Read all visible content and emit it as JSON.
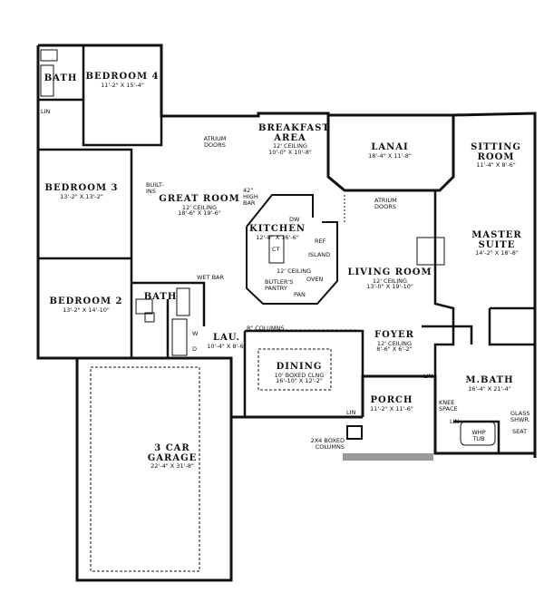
{
  "rooms": {
    "bath_1": {
      "name": "BATH"
    },
    "bedroom_4": {
      "name": "BEDROOM 4",
      "dims": "11'-2\" X 15'-4\""
    },
    "bedroom_3": {
      "name": "BEDROOM 3",
      "dims": "13'-2\" X 13'-2\""
    },
    "great_room": {
      "name": "GREAT ROOM",
      "ceiling": "12' CEILING",
      "dims": "18'-6\" X 19'-6\""
    },
    "breakfast": {
      "name": "BREAKFAST AREA",
      "ceiling": "12' CEILING",
      "dims": "10'-0\" X 10'-8\""
    },
    "lanai": {
      "name": "LANAI",
      "dims": "18'-4\" X 11'-8\""
    },
    "sitting_room": {
      "name": "SITTING ROOM",
      "dims": "11'-4\" X 8'-6\""
    },
    "kitchen": {
      "name": "KITCHEN",
      "dims": "12'-8\" X 16'-6\"",
      "ceiling": "12' CEILING"
    },
    "master_suite": {
      "name": "MASTER SUITE",
      "dims": "14'-2\" X 18'-8\""
    },
    "living_room": {
      "name": "LIVING ROOM",
      "ceiling": "12' CEILING",
      "dims": "13'-0\" X 19'-10\""
    },
    "bedroom_2": {
      "name": "BEDROOM 2",
      "dims": "13'-2\" X 14'-10\""
    },
    "bath_2": {
      "name": "BATH"
    },
    "laundry": {
      "name": "LAU.",
      "dims": "10'-4\" X 8'-6\""
    },
    "dining": {
      "name": "DINING",
      "ceiling": "10' BOXED CLNG",
      "dims": "16'-10\" X 12'-2\""
    },
    "foyer": {
      "name": "FOYER",
      "ceiling": "12' CEILING",
      "dims": "8'-6\" X 6'-2\""
    },
    "porch": {
      "name": "PORCH",
      "dims": "11'-2\" X 11'-6\""
    },
    "master_bath": {
      "name": "M.BATH",
      "dims": "16'-4\" X 21'-4\""
    },
    "garage": {
      "name": "3 CAR GARAGE",
      "dims": "22'-4\" X 31'-8\""
    }
  },
  "notes": {
    "lin": "LIN",
    "atrium_doors": "ATRIUM DOORS",
    "built_ins": "BUILT-INS",
    "high_bar": "42\" HIGH BAR",
    "dw": "DW",
    "ref": "REF",
    "ct": "CT",
    "island": "ISLAND",
    "oven": "OVEN",
    "butlers_pantry": "BUTLER'S PANTRY",
    "pan": "PAN",
    "wet_bar": "WET BAR",
    "washer": "W",
    "dryer": "D",
    "columns": "8\" COLUMNS",
    "boxed_columns": "2X4 BOXED COLUMNS",
    "knee_space": "KNEE SPACE",
    "whp_tub": "WHP TUB",
    "glass_shower": "GLASS SHWR.",
    "seat": "SEAT"
  },
  "colors": {
    "wall": "#111111",
    "background": "#ffffff",
    "hatch": "#999999"
  }
}
